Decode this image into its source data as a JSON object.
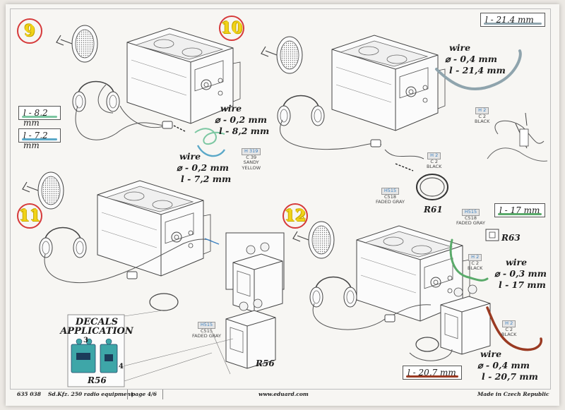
{
  "steps": [
    "9",
    "10",
    "11",
    "12"
  ],
  "legend": {
    "top_right": "l - 21,4 mm",
    "s9_a": "l - 8,2 mm",
    "s9_b": "l - 7,2 mm",
    "s12_a": "l - 17 mm",
    "s12_b": "l - 20,7 mm"
  },
  "wires": {
    "s9_a": [
      "wire",
      "⌀ - 0,2 mm",
      "l - 8,2 mm"
    ],
    "s9_b": [
      "wire",
      "⌀ - 0,2 mm",
      "l - 7,2 mm"
    ],
    "s10": [
      "wire",
      "⌀ - 0,4 mm",
      "l - 21,4 mm"
    ],
    "s12_a": [
      "wire",
      "⌀ - 0,3 mm",
      "l - 17 mm"
    ],
    "s12_b": [
      "wire",
      "⌀ - 0,4 mm",
      "l - 20,7 mm"
    ]
  },
  "paints": {
    "h319": {
      "code": "H 319",
      "line2": "C 39",
      "line3": "SANDY",
      "line4": "YELLOW"
    },
    "h2_a": {
      "code": "H 2",
      "line2": "C 2",
      "line3": "BLACK"
    },
    "h2_b": {
      "code": "H 2",
      "line2": "C 2",
      "line3": "BLACK"
    },
    "h515_a": {
      "code": "H515",
      "line2": "C518",
      "line3": "FADED GRAY"
    },
    "h515_b": {
      "code": "H515",
      "line2": "C515",
      "line3": "FADED GRAY"
    },
    "h515_c": {
      "code": "H515",
      "line2": "C518",
      "line3": "FADED GRAY"
    },
    "h2_c": {
      "code": "H 2",
      "line2": "C 2",
      "line3": "BLACK"
    },
    "h2_d": {
      "code": "H 2",
      "line2": "C 2",
      "line3": "BLACK"
    }
  },
  "parts": {
    "r61": "R61",
    "r56": "R56",
    "r63": "R63",
    "r56_decal": "R56"
  },
  "decals": {
    "title1": "DECALS",
    "title2": "APPLICATION",
    "n3": "3",
    "n4": "4"
  },
  "footer": {
    "code": "635 038",
    "product": "Sd.Kfz. 250 radio equipment",
    "page": "page 4/6",
    "site": "www.eduard.com",
    "made": "Made in Czech Republic"
  },
  "colors": {
    "green": "#7cc7a2",
    "blue": "#5aa8c8",
    "gray": "#8fa4ad",
    "red": "#9a3a22",
    "step_border": "#d63a3a",
    "step_fill": "#f1d318"
  }
}
